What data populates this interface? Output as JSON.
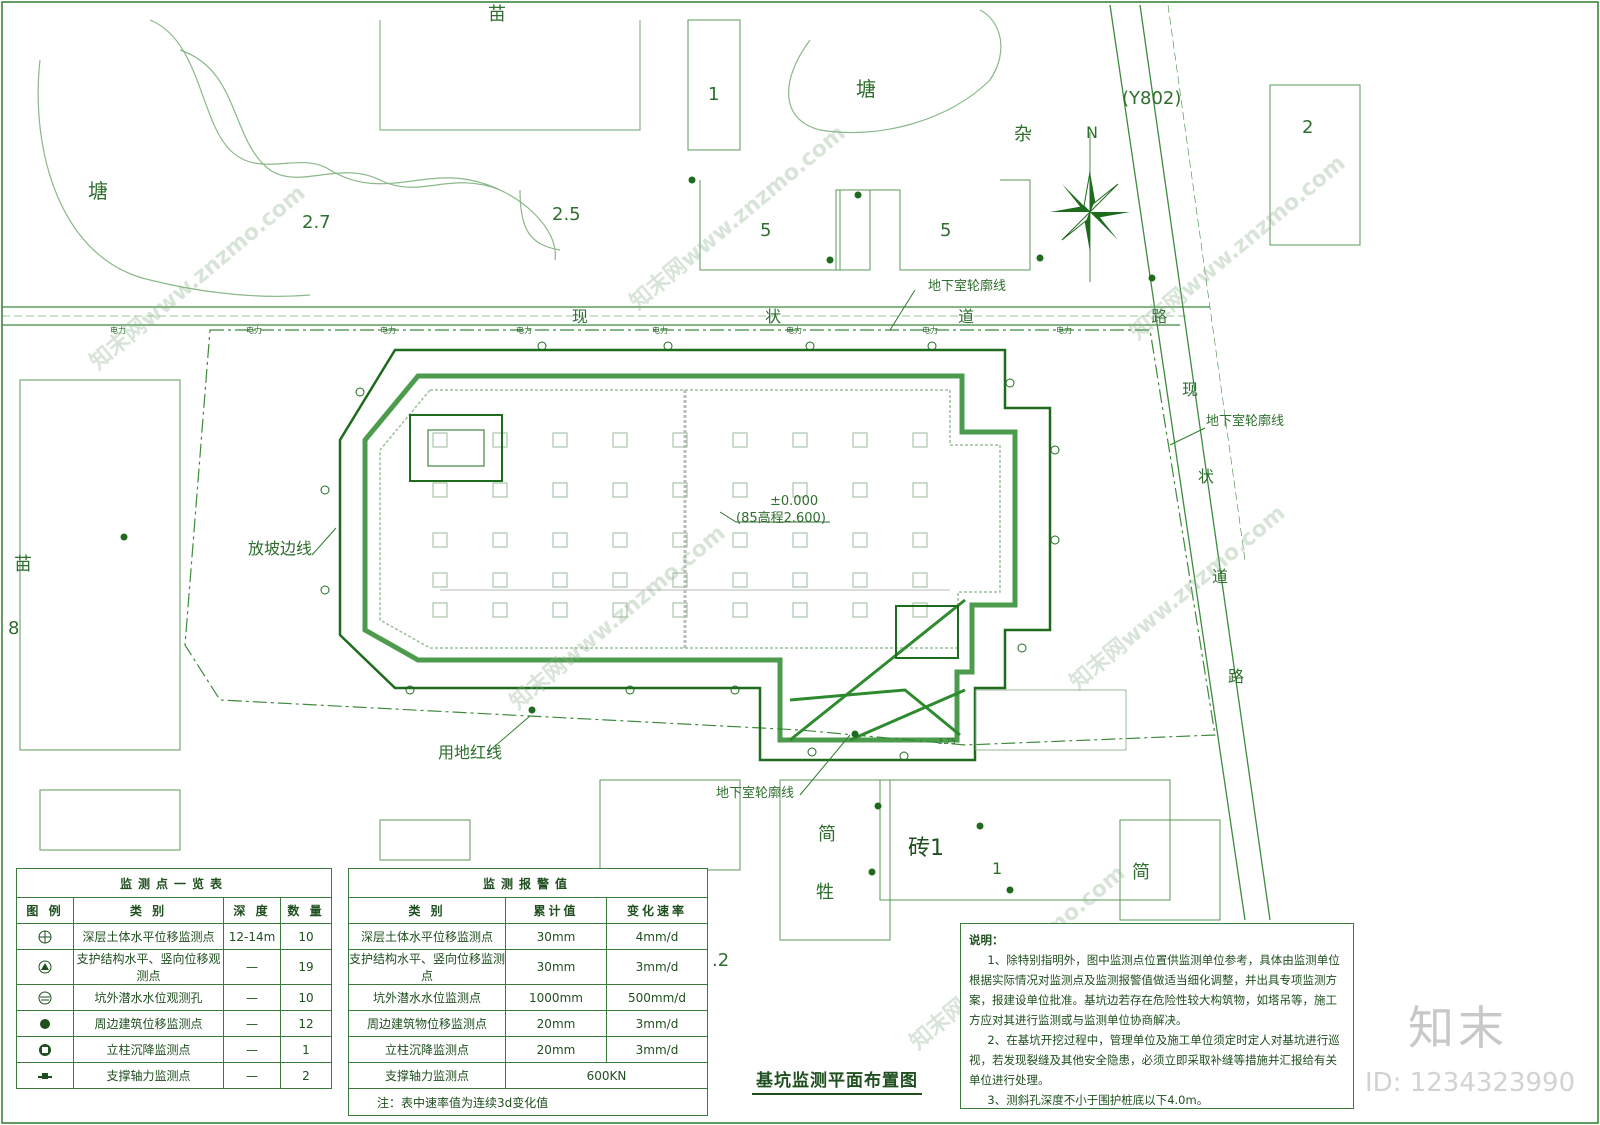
{
  "map_labels": {
    "pond_left": "塘",
    "pond_top": "塘",
    "nursery_top": "苗",
    "nursery_left": "苗",
    "elev_27": "2.7",
    "elev_25": "2.5",
    "elev_2": ".2",
    "num_1": "1",
    "num_2": "2",
    "num_5a": "5",
    "num_5b": "5",
    "num_8": "8",
    "road_code": "(Y802)",
    "misc": "杂",
    "north": "N",
    "road_top": "现 状 道 路",
    "road_right_1": "现",
    "road_right_2": "状",
    "road_right_3": "道",
    "road_right_4": "路",
    "basement_line_top": "地下室轮廓线",
    "basement_line_right": "地下室轮廓线",
    "basement_line_bottom": "地下室轮廓线",
    "slope_line": "放坡边线",
    "red_line": "用地红线",
    "elevation_main": "±0.000",
    "elevation_sub": "(85高程2.600)",
    "power": "电力",
    "brick": "砖1",
    "simple_1": "简",
    "simple_2": "牲",
    "simple_3": "简",
    "simple_num": "1",
    "small_val": "3.75"
  },
  "list_table": {
    "caption": "监测点一览表",
    "headers": [
      "图 例",
      "类 别",
      "深 度",
      "数 量"
    ],
    "rows": [
      {
        "icon": "crosshair-circle-icon",
        "category": "深层土体水平位移监测点",
        "depth": "12-14m",
        "count": "10"
      },
      {
        "icon": "triangle-circle-icon",
        "category": "支护结构水平、竖向位移观测点",
        "depth": "—",
        "count": "19"
      },
      {
        "icon": "water-level-circle-icon",
        "category": "坑外潜水水位观测孔",
        "depth": "—",
        "count": "10"
      },
      {
        "icon": "filled-circle-icon",
        "category": "周边建筑位移监测点",
        "depth": "—",
        "count": "12"
      },
      {
        "icon": "square-circle-icon",
        "category": "立柱沉降监测点",
        "depth": "—",
        "count": "1"
      },
      {
        "icon": "strut-gauge-icon",
        "category": "支撑轴力监测点",
        "depth": "—",
        "count": "2"
      }
    ]
  },
  "alarm_table": {
    "caption": "监测报警值",
    "headers": [
      "类 别",
      "累计值",
      "变化速率"
    ],
    "rows": [
      {
        "category": "深层土体水平位移监测点",
        "total": "30mm",
        "rate": "4mm/d"
      },
      {
        "category": "支护结构水平、竖向位移监测点",
        "total": "30mm",
        "rate": "3mm/d"
      },
      {
        "category": "坑外潜水水位监测点",
        "total": "1000mm",
        "rate": "500mm/d"
      },
      {
        "category": "周边建筑物位移监测点",
        "total": "20mm",
        "rate": "3mm/d"
      },
      {
        "category": "立柱沉降监测点",
        "total": "20mm",
        "rate": "3mm/d"
      },
      {
        "category": "支撑轴力监测点",
        "total": "600KN",
        "rate": ""
      }
    ],
    "note": "注：表中速率值为连续3d变化值"
  },
  "notes": {
    "title": "说明：",
    "items": [
      "1、除特别指明外，图中监测点位置供监测单位参考，具体由监测单位根据实际情况对监测点及监测报警值做适当细化调整，并出具专项监测方案，报建设单位批准。基坑边若存在危险性较大构筑物，如塔吊等，施工方应对其进行监测或与监测单位协商解决。",
      "2、在基坑开挖过程中，管理单位及施工单位须定时定人对基坑进行巡视，若发现裂缝及其他安全隐患，必须立即采取补缝等措施并汇报给有关单位进行处理。",
      "3、测斜孔深度不小于围护桩底以下4.0m。"
    ]
  },
  "drawing_title": "基坑监测平面布置图",
  "watermarks": {
    "text": "知末网www.znzmo.com"
  },
  "brand": {
    "name": "知末",
    "id": "ID: 1234323990"
  },
  "colors": {
    "line": "#2e7d2e",
    "light": "#8ab88a",
    "dark": "#1f4f1f",
    "pit": "#1e6b1e"
  }
}
